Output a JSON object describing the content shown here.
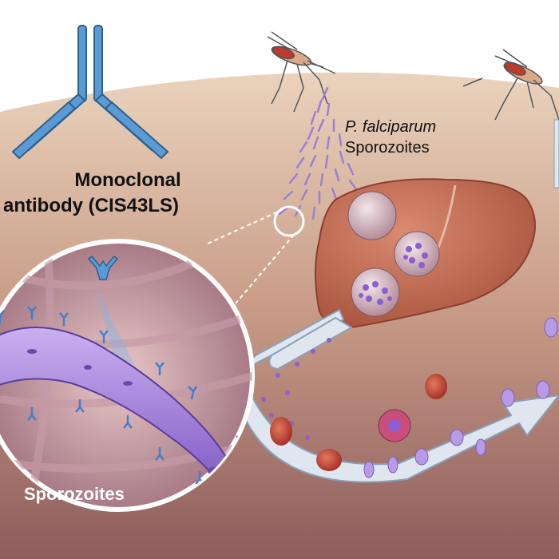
{
  "antibody_label": {
    "line1": "Monoclonal",
    "line2": "antibody (CIS43LS)"
  },
  "parasite_label": {
    "genus": "P. falciparum",
    "stage": "Sporozoites"
  },
  "inset_label": "Sporozoites",
  "colors": {
    "sky": "#ffffff",
    "skin_top": "#e8cfb8",
    "skin_bottom": "#8a5a55",
    "antibody": "#5b9bd5",
    "liver": "#c7735c",
    "sporozoite": "#9c7fd3",
    "blood_cell": "#c84a3a",
    "cycle_arrow": "#dfe6f0"
  }
}
